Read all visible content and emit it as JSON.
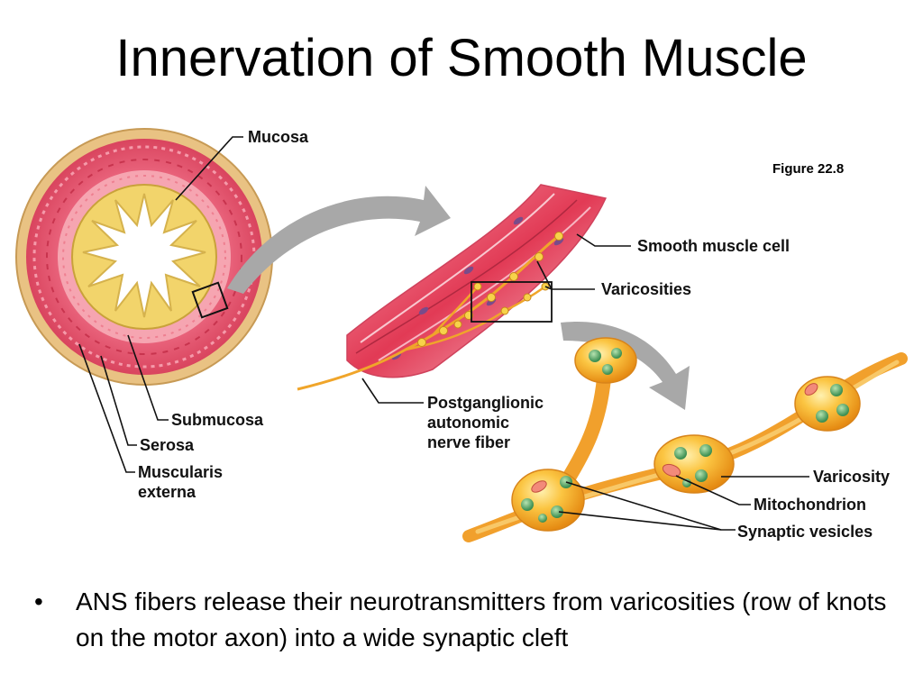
{
  "slide": {
    "title": "Innervation of Smooth Muscle",
    "figure_ref": "Figure 22.8"
  },
  "labels": {
    "mucosa": "Mucosa",
    "submucosa": "Submucosa",
    "serosa": "Serosa",
    "muscularis_1": "Muscularis",
    "muscularis_2": "externa",
    "smooth_muscle_cell": "Smooth muscle cell",
    "varicosities": "Varicosities",
    "postganglionic_1": "Postganglionic",
    "postganglionic_2": "autonomic",
    "postganglionic_3": "nerve fiber",
    "varicosity": "Varicosity",
    "mitochondrion": "Mitochondrion",
    "synaptic_vesicles": "Synaptic vesicles"
  },
  "bullet": {
    "symbol": "•",
    "text": "ANS fibers release their neurotransmitters from varicosities (row of knots on the motor axon)  into a wide synaptic cleft"
  },
  "colors": {
    "muscle": "#e8506a",
    "serosa": "#e8c58c",
    "mucosa": "#f4d874",
    "nerve": "#f5a623",
    "arrow": "#a8a8a8"
  }
}
